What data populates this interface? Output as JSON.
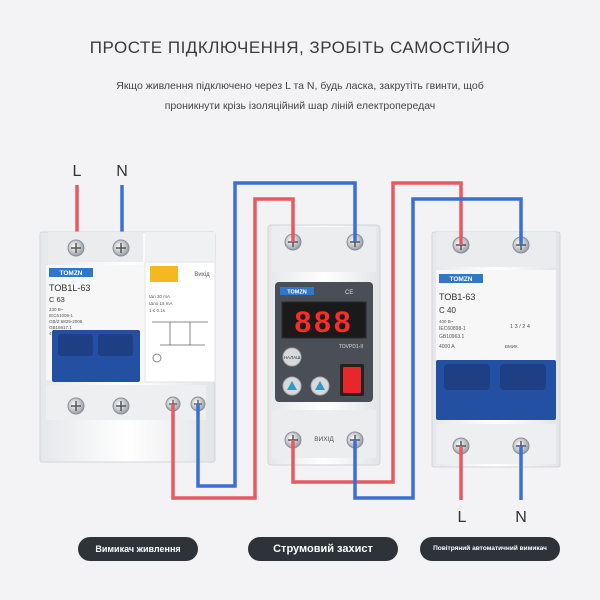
{
  "header": {
    "title": "ПРОСТЕ ПІДКЛЮЧЕННЯ, ЗРОБІТЬ САМОСТІЙНО",
    "subtitle_line1": "Якщо живлення підключено через L та N, будь ласка, закрутіть гвинти, щоб",
    "subtitle_line2": "проникнути крізь ізоляційний шар ліній електропередач"
  },
  "terminals": {
    "input_l": "L",
    "input_n": "N",
    "output_l": "L",
    "output_n": "N"
  },
  "device_left": {
    "brand": "TOMZN",
    "model": "TOB1L-63",
    "rating": "C 63",
    "specs": [
      "230 В~",
      "IEC61009-1",
      "GB/Z 6829-2008",
      "GB16917.1",
      "4500 A 0.1s 30mA"
    ],
    "test_label": "Вихід",
    "leak_specs": [
      "IΔn 30 mA",
      "IΔnо 15 mA",
      "1 ≤ 0.1s"
    ]
  },
  "device_center": {
    "brand": "TOMZN",
    "display": "888",
    "model": "TOVPD1-II",
    "ce_mark": "CE",
    "set_label": "НАЛАШ",
    "output_label": "ВИХІД"
  },
  "device_right": {
    "brand": "TOMZN",
    "model": "TOB1-63",
    "rating": "C 40",
    "specs": [
      "400 В~",
      "IEC60898-1",
      "GB10963.1",
      "4000 A"
    ],
    "terminal_marks": "1 3 / 2 4",
    "on_label": "ВМИК."
  },
  "labels": {
    "left_caption": "Вимикач живлення",
    "center_caption": "Струмовий захист",
    "right_caption": "Повітряний автоматичний вимикач"
  },
  "colors": {
    "live_wire": "#e65a62",
    "neutral_wire": "#3b6fd1",
    "breaker_blue": "#2450a4",
    "display_red": "#ff2a2a"
  }
}
